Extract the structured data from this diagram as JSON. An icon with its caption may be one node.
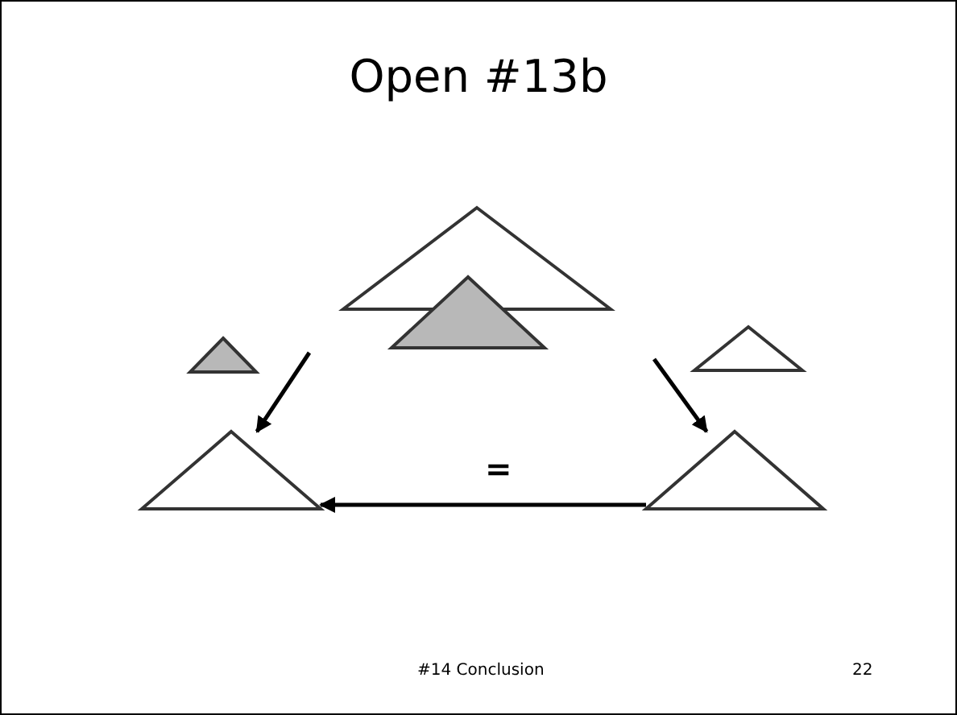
{
  "diagram": {
    "title": "Open #13b",
    "nodes": [
      {
        "text": [],
        "shape": "triangle"
      },
      {
        "text": [],
        "shape": "triangle"
      },
      {
        "text": [],
        "shape": "triangle"
      },
      {
        "text": [],
        "shape": "triangle"
      },
      {
        "text": [],
        "shape": "triangle"
      },
      {
        "text": [],
        "shape": "triangle"
      }
    ],
    "edges": [
      {
        "from": null,
        "to": 4,
        "arrow": "to"
      },
      {
        "from": null,
        "to": 5,
        "arrow": "to"
      },
      {
        "from": 5,
        "to": 4,
        "arrow": "to",
        "label": "="
      }
    ],
    "labels": [
      "#14 Conclusion",
      "22"
    ]
  }
}
